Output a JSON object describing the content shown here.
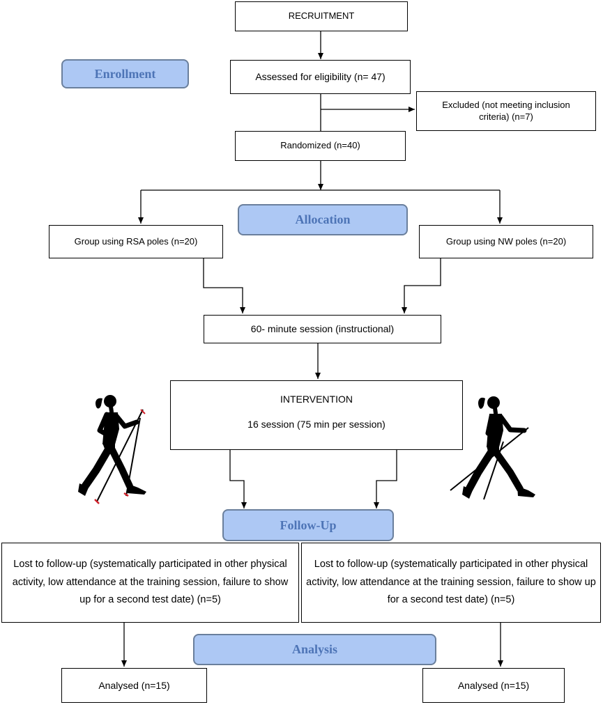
{
  "stages": {
    "enrollment": "Enrollment",
    "allocation": "Allocation",
    "follow_up": "Follow-Up",
    "analysis": "Analysis"
  },
  "boxes": {
    "recruitment": "RECRUITMENT",
    "assessed": "Assessed for eligibility (n= 47)",
    "excluded": "Excluded (not meeting inclusion criteria) (n=7)",
    "randomized": "Randomized (n=40)",
    "group_rsa": "Group using RSA poles (n=20)",
    "group_nw": "Group using NW poles (n=20)",
    "session": "60- minute session (instructional)",
    "intervention_title": "INTERVENTION",
    "intervention_detail": "16 session (75 min per session)",
    "lost_left": "Lost to follow-up (systematically participated in other physical activity, low attendance at the training session, failure to show up for a second test date) (n=5)",
    "lost_right": "Lost to follow-up (systematically participated in other physical activity, low attendance at the training session, failure to show up for a second test date) (n=5)",
    "analysed_left": "Analysed  (n=15)",
    "analysed_right": "Analysed  (n=15)"
  },
  "colors": {
    "stage_fill": "#adc8f4",
    "stage_text": "#4d74b6",
    "stage_border": "#6a7f9c",
    "pole_tip_rsa": "#d0202a"
  },
  "icons": {
    "left_walker": "nordic-walker-rsa-poles-icon",
    "right_walker": "nordic-walker-nw-poles-icon"
  }
}
